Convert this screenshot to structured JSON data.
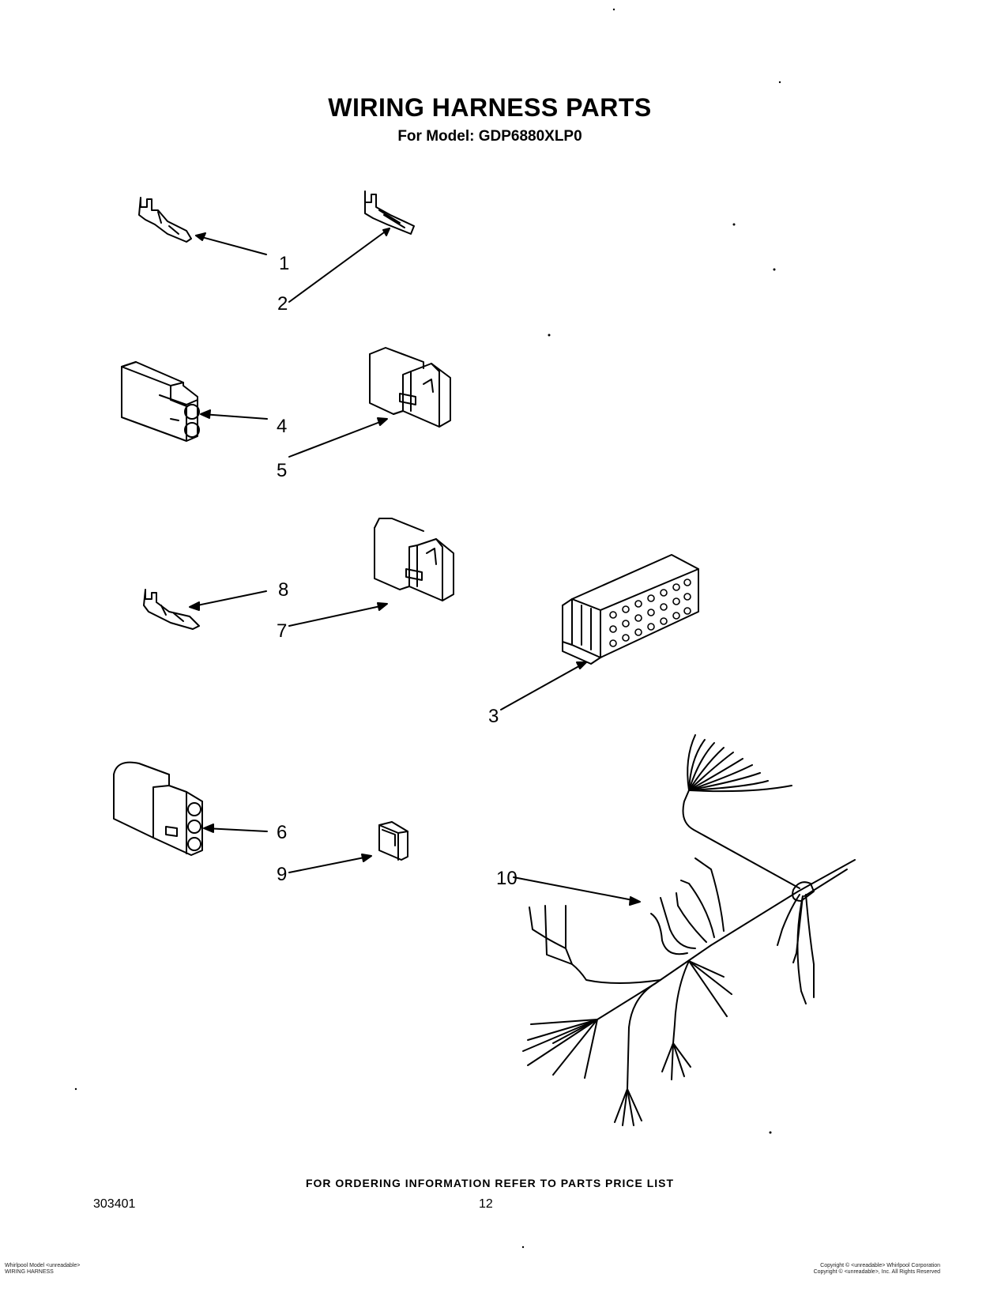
{
  "title": "WIRING HARNESS PARTS",
  "subtitle": "For Model: GDP6880XLP0",
  "callouts": [
    "1",
    "2",
    "4",
    "5",
    "8",
    "7",
    "3",
    "6",
    "9",
    "10"
  ],
  "part_illustrations": [
    "terminal-1",
    "terminal-2",
    "connector-4",
    "connector-5",
    "terminal-8",
    "connector-7",
    "connector-block-3",
    "connector-6",
    "clip-9",
    "wiring-harness-10"
  ],
  "footer": {
    "ordering_note": "FOR ORDERING INFORMATION REFER TO PARTS PRICE LIST",
    "doc_number": "303401",
    "page_number": "12",
    "left_small": [
      "Whirlpool Model <unreadable>",
      "WIRING HARNESS"
    ],
    "right_small": [
      "Copyright © <unreadable> Whirlpool Corporation",
      "Copyright © <unreadable>, Inc. All Rights Reserved"
    ]
  }
}
